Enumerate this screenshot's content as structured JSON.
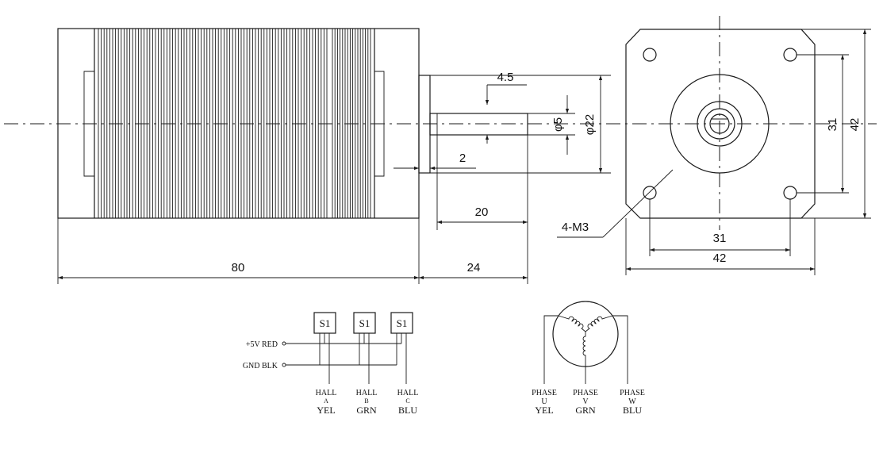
{
  "dimensions": {
    "body_length": "80",
    "shaft_length": "24",
    "shaft_flat": "20",
    "boss_depth": "2",
    "flat_depth": "4.5",
    "shaft_dia": "φ5",
    "boss_dia": "φ22",
    "hole_pitch_v": "31",
    "flange_v": "42",
    "hole_pitch_h": "31",
    "flange_h": "42",
    "mount_holes": "4-M3"
  },
  "hall_wiring": {
    "sensor_label": "S1",
    "power": "+5V  RED",
    "ground": "GND  BLK",
    "hall": "HALL",
    "sensors": [
      {
        "letter": "A",
        "color": "YEL"
      },
      {
        "letter": "B",
        "color": "GRN"
      },
      {
        "letter": "C",
        "color": "BLU"
      }
    ]
  },
  "phase_wiring": {
    "phase": "PHASE",
    "phases": [
      {
        "letter": "U",
        "color": "YEL"
      },
      {
        "letter": "V",
        "color": "GRN"
      },
      {
        "letter": "W",
        "color": "BLU"
      }
    ]
  }
}
